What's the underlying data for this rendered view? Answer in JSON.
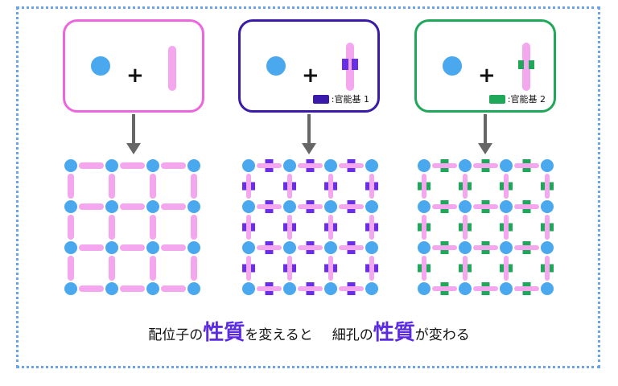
{
  "panels": [
    {
      "accent": "#ee66dd",
      "linker_color": "#f4a6ee",
      "group_color": null,
      "tag": ""
    },
    {
      "accent": "#3a1aa8",
      "linker_color": "#f4a6ee",
      "group_color": "#6a2ee8",
      "tag": ":官能基 1"
    },
    {
      "accent": "#1fa85a",
      "linker_color": "#f4a6ee",
      "group_color": "#1fa85a",
      "tag": ":官能基 2"
    }
  ],
  "colors": {
    "node": "#4aa8ee",
    "linker": "#f4a6ee",
    "arrow": "#666666",
    "frame": "#6aa3e8"
  },
  "caption": {
    "part1": "配位子の",
    "emph1": "性質",
    "part2": "を変えると",
    "part3": "細孔の",
    "emph2": "性質",
    "part4": "が変わる"
  },
  "plus": "+"
}
